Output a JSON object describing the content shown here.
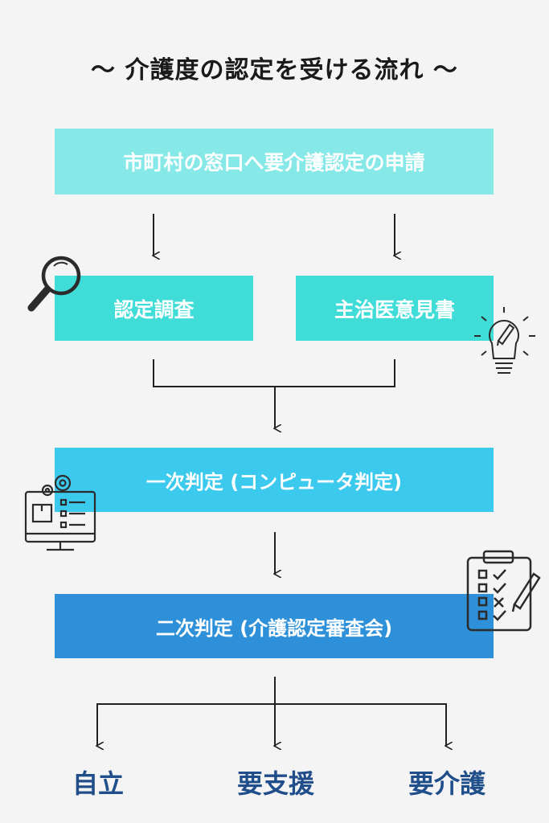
{
  "title": "〜 介護度の認定を受ける流れ 〜",
  "steps": {
    "apply": "市町村の窓口へ要介護認定の申請",
    "survey": "認定調査",
    "opinion": "主治医意見書",
    "first": "一次判定 (コンピュータ判定)",
    "second": "二次判定 (介護認定審査会)"
  },
  "results": [
    "自立",
    "要支援",
    "要介護"
  ],
  "colors": {
    "apply": "#87e8e8",
    "survey": "#40dcd8",
    "first": "#3cc9ee",
    "second": "#2e90d8",
    "result_text": "#1f4e8a"
  },
  "icons": [
    "magnifier-icon",
    "lightbulb-pencil-icon",
    "computer-gear-icon",
    "clipboard-checklist-icon"
  ]
}
